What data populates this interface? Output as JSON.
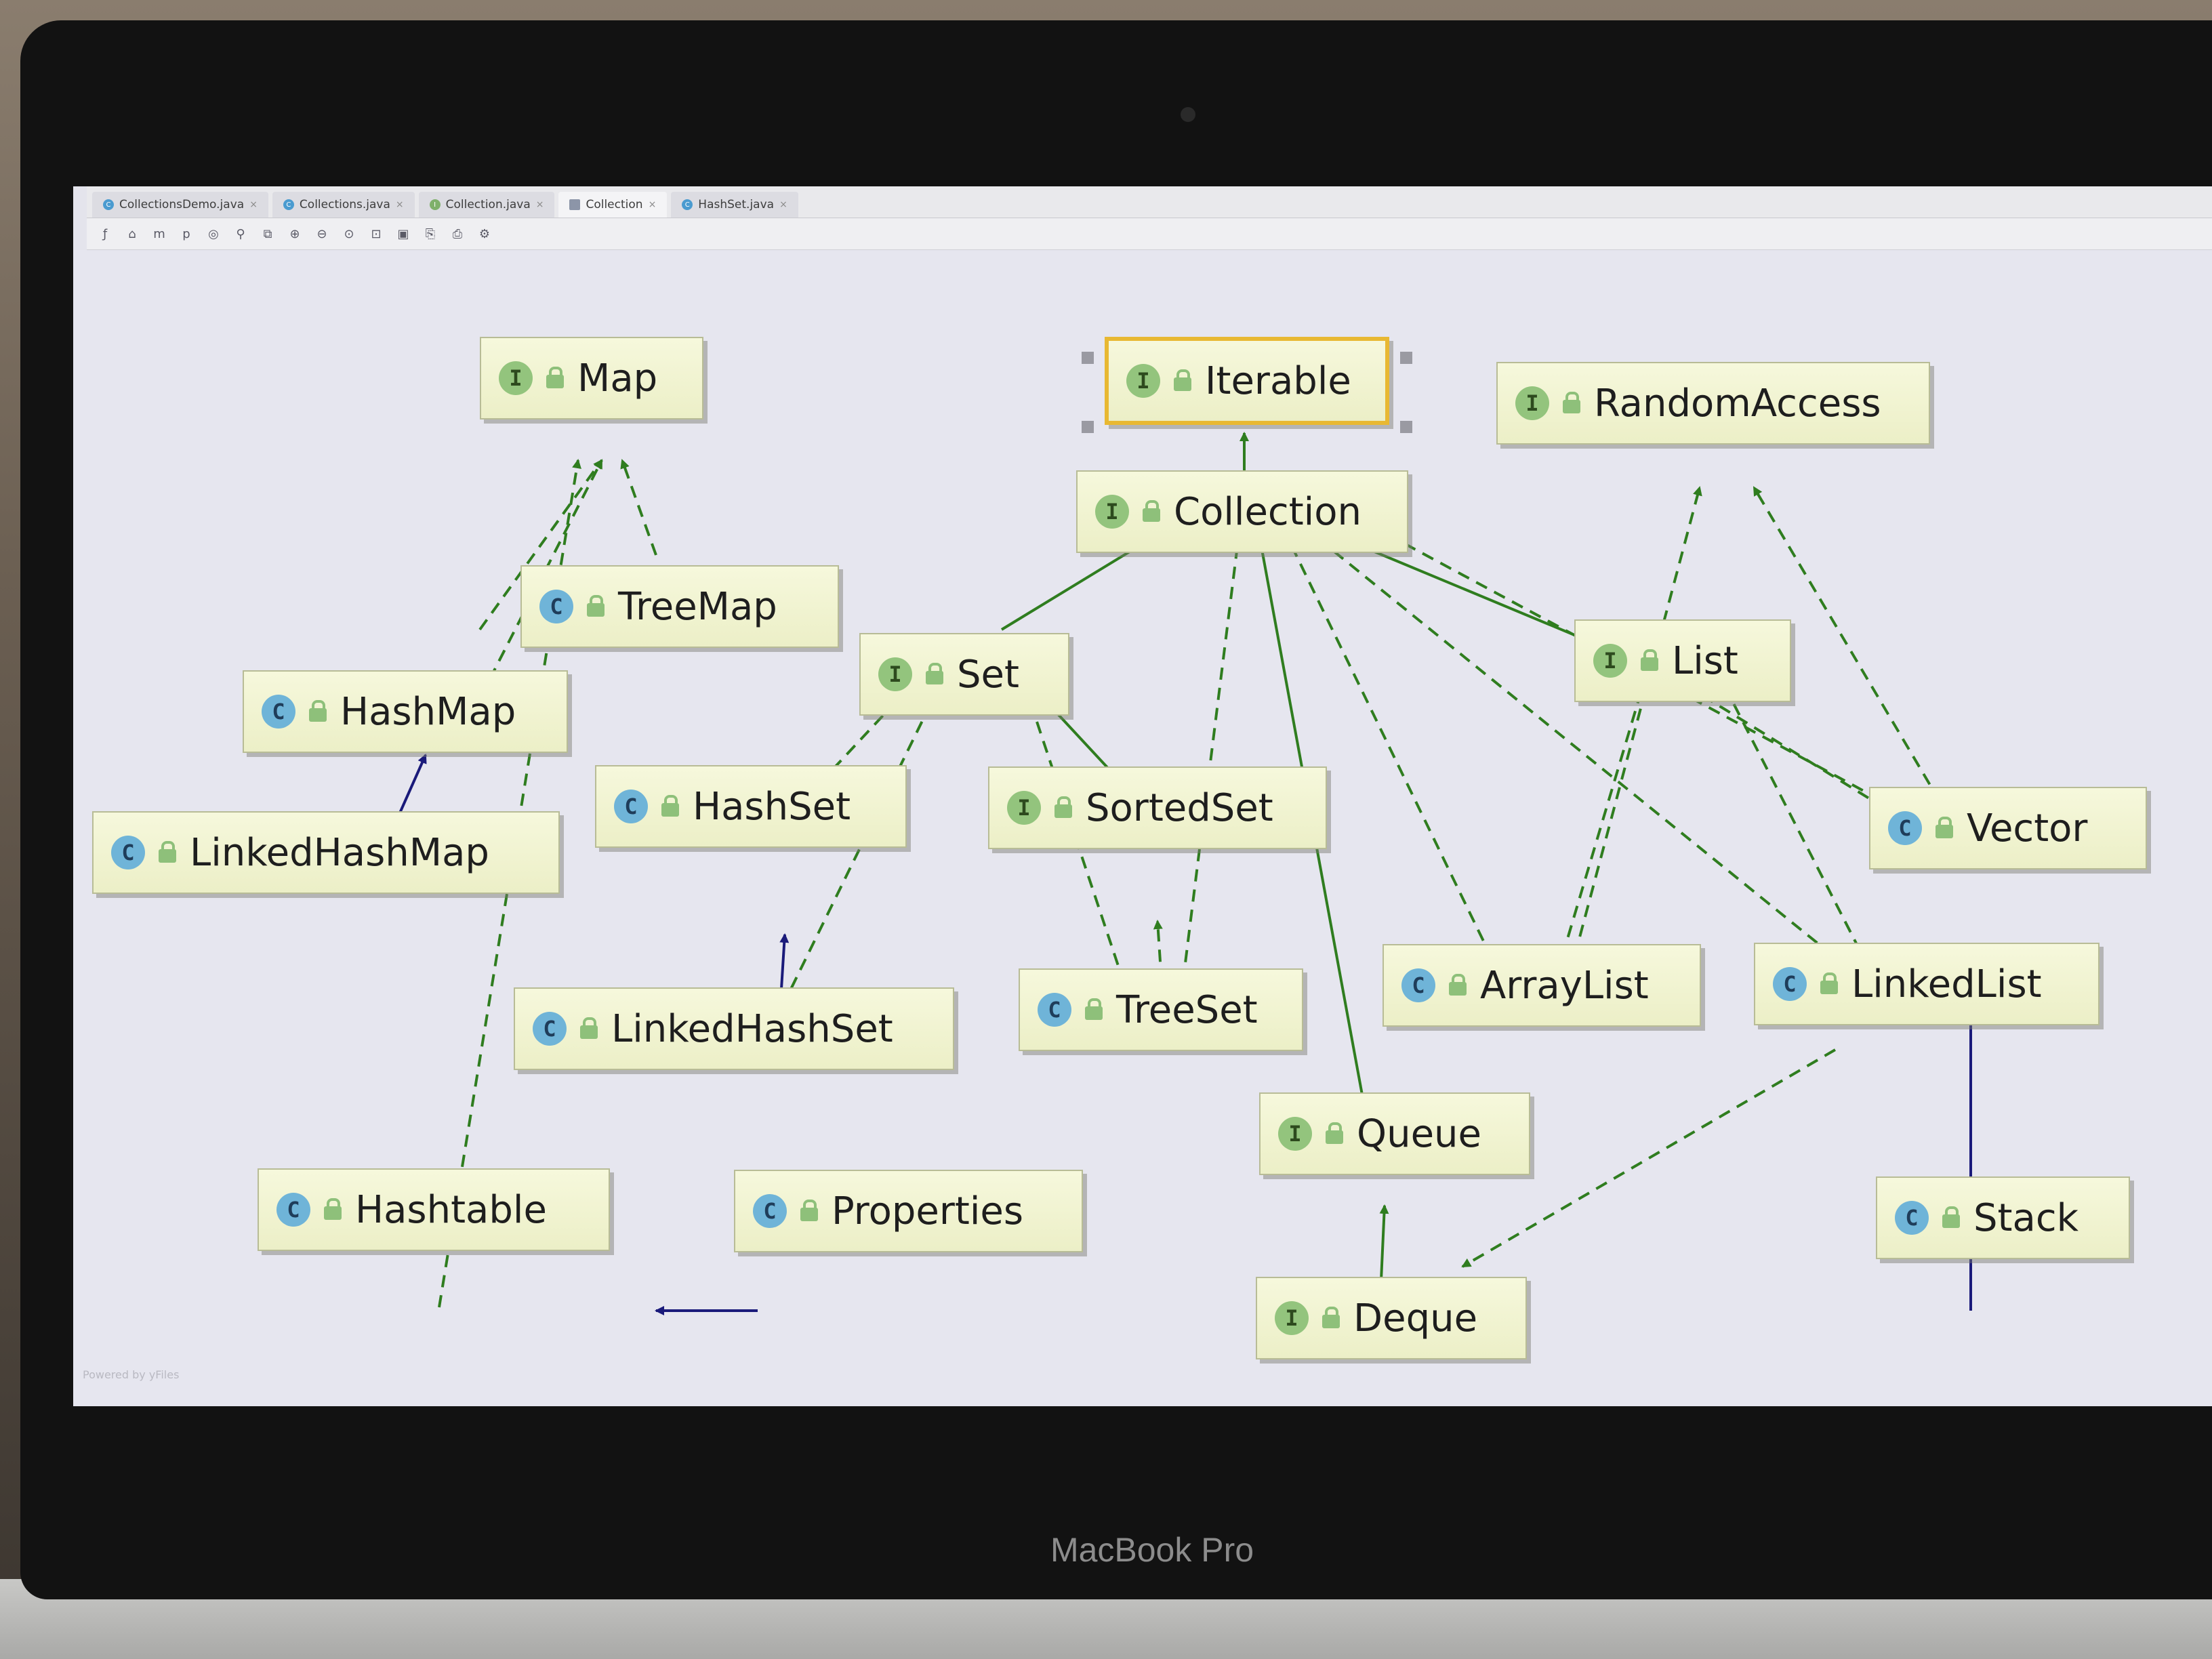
{
  "tabs": [
    {
      "label": "CollectionsDemo.java",
      "icon": "class-c-icon"
    },
    {
      "label": "Collections.java",
      "icon": "class-c-icon"
    },
    {
      "label": "Collection.java",
      "icon": "interface-i-icon"
    },
    {
      "label": "Collection",
      "icon": "diagram-icon",
      "active": true
    },
    {
      "label": "HashSet.java",
      "icon": "class-c-icon"
    }
  ],
  "toolbar_icons": [
    "filter-icon",
    "layout-icon",
    "zoom-in-icon",
    "zoom-out-icon",
    "actual-size-icon",
    "fit-content-icon",
    "save-icon",
    "export-icon",
    "print-icon",
    "settings-icon"
  ],
  "badges": {
    "interface": "I",
    "class": "C"
  },
  "nodes": {
    "map": "Map",
    "iterable": "Iterable",
    "random_access": "RandomAccess",
    "collection": "Collection",
    "tree_map": "TreeMap",
    "hash_map": "HashMap",
    "set": "Set",
    "list": "List",
    "linked_hash_map": "LinkedHashMap",
    "hash_set": "HashSet",
    "sorted_set": "SortedSet",
    "vector": "Vector",
    "linked_hash_set": "LinkedHashSet",
    "tree_set": "TreeSet",
    "array_list": "ArrayList",
    "linked_list": "LinkedList",
    "queue": "Queue",
    "hashtable": "Hashtable",
    "properties": "Properties",
    "stack": "Stack",
    "deque": "Deque"
  },
  "footer_note": "Powered by yFiles",
  "device_brand": "MacBook Pro",
  "colors": {
    "implements_edge": "#2f7d1f",
    "extends_edge": "#1a1a7a",
    "node_fill": "#eef1cc",
    "interface_badge": "#93c47d",
    "class_badge": "#6fb4d8",
    "selection": "#e8b832"
  }
}
